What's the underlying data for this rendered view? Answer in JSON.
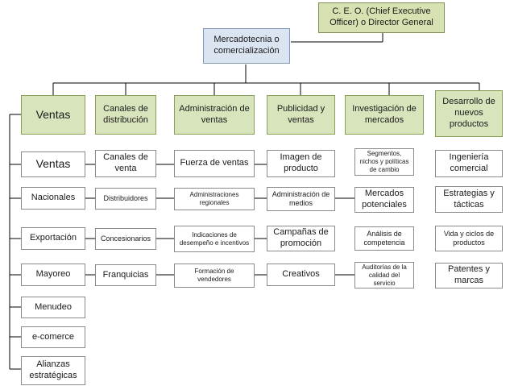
{
  "ceo": "C. E. O. (Chief Executive Officer) o Director General",
  "marketing": "Mercadotecnia o comercialización",
  "departments": [
    {
      "title": "Ventas",
      "items": [
        "Ventas",
        "Nacionales",
        "Exportación",
        "Mayoreo",
        "Menudeo",
        "e-comerce",
        "Alianzas estratégicas"
      ]
    },
    {
      "title": "Canales de distribución",
      "items": [
        "Canales de venta",
        "Distribuidores",
        "Concesionarios",
        "Franquicias"
      ]
    },
    {
      "title": "Administración de ventas",
      "items": [
        "Fuerza de ventas",
        "Administraciones regionales",
        "Indicaciones de desempeño e incentivos",
        "Formación de vendedores"
      ]
    },
    {
      "title": "Publicidad y ventas",
      "items": [
        "Imagen de producto",
        "Administración de medios",
        "Campañas de promoción",
        "Creativos"
      ]
    },
    {
      "title": "Investigación de mercados",
      "items": [
        "Segmentos, nichos y políticas de cambio",
        "Mercados potenciales",
        "Análisis de competencia",
        "Auditorías de la calidad del servicio"
      ]
    },
    {
      "title": "Desarrollo de nuevos productos",
      "items": [
        "Ingeniería comercial",
        "Estrategias y tácticas",
        "Vida y ciclos de productos",
        "Patentes y marcas"
      ]
    }
  ]
}
